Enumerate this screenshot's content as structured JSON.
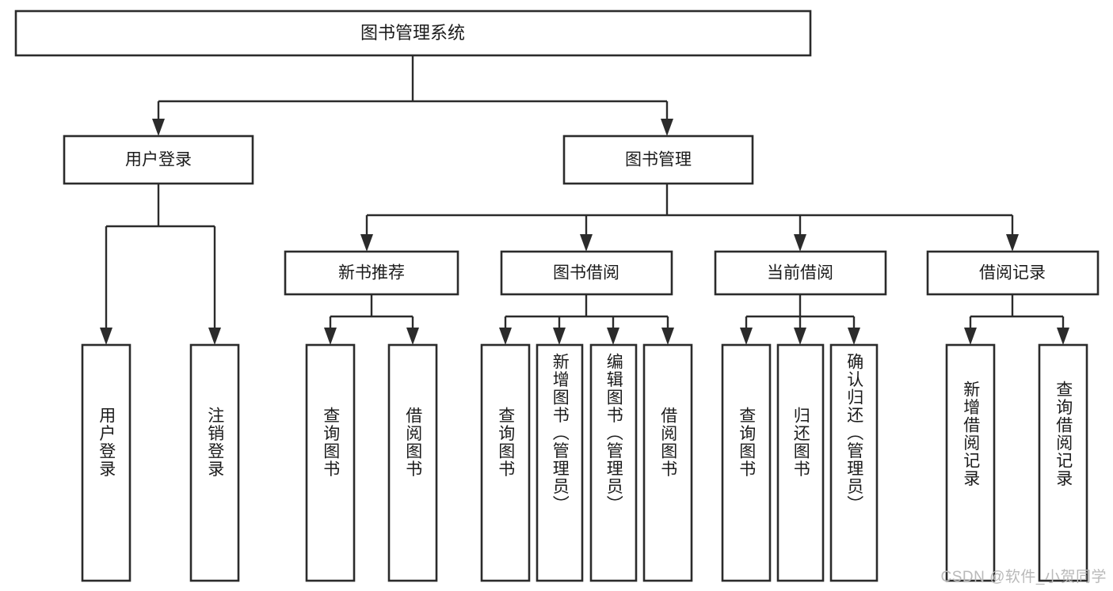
{
  "diagram": {
    "type": "hierarchy-tree",
    "title": "图书管理系统",
    "root": {
      "id": "root",
      "label": "图书管理系统",
      "orientation": "horizontal"
    },
    "level2": [
      {
        "id": "user-login",
        "label": "用户登录",
        "orientation": "horizontal"
      },
      {
        "id": "book-manage",
        "label": "图书管理",
        "orientation": "horizontal"
      }
    ],
    "level3": [
      {
        "id": "new-book-rec",
        "label": "新书推荐",
        "orientation": "horizontal",
        "parent": "book-manage"
      },
      {
        "id": "book-borrow",
        "label": "图书借阅",
        "orientation": "horizontal",
        "parent": "book-manage"
      },
      {
        "id": "current-borrow",
        "label": "当前借阅",
        "orientation": "horizontal",
        "parent": "book-manage"
      },
      {
        "id": "borrow-record",
        "label": "借阅记录",
        "orientation": "horizontal",
        "parent": "book-manage"
      }
    ],
    "leaves": [
      {
        "id": "leaf-user-login",
        "label": "用户登录",
        "orientation": "vertical",
        "parent": "user-login"
      },
      {
        "id": "leaf-user-logout",
        "label": "注销登录",
        "orientation": "vertical",
        "parent": "user-login"
      },
      {
        "id": "leaf-query-book-1",
        "label": "查询图书",
        "orientation": "vertical",
        "parent": "new-book-rec"
      },
      {
        "id": "leaf-borrow-book-1",
        "label": "借阅图书",
        "orientation": "vertical",
        "parent": "new-book-rec"
      },
      {
        "id": "leaf-query-book-2",
        "label": "查询图书",
        "orientation": "vertical",
        "parent": "book-borrow"
      },
      {
        "id": "leaf-add-book",
        "label": "新增图书（管理员）",
        "orientation": "vertical",
        "parent": "book-borrow"
      },
      {
        "id": "leaf-edit-book",
        "label": "编辑图书（管理员）",
        "orientation": "vertical",
        "parent": "book-borrow"
      },
      {
        "id": "leaf-borrow-book-2",
        "label": "借阅图书",
        "orientation": "vertical",
        "parent": "book-borrow"
      },
      {
        "id": "leaf-query-book-3",
        "label": "查询图书",
        "orientation": "vertical",
        "parent": "current-borrow"
      },
      {
        "id": "leaf-return-book",
        "label": "归还图书",
        "orientation": "vertical",
        "parent": "current-borrow"
      },
      {
        "id": "leaf-confirm-return",
        "label": "确认归还（管理员）",
        "orientation": "vertical",
        "parent": "current-borrow"
      },
      {
        "id": "leaf-add-record",
        "label": "新增借阅记录",
        "orientation": "vertical",
        "parent": "borrow-record"
      },
      {
        "id": "leaf-query-record",
        "label": "查询借阅记录",
        "orientation": "vertical",
        "parent": "borrow-record"
      }
    ],
    "colors": {
      "box_stroke": "#2b2b2b",
      "box_fill": "#ffffff",
      "connector": "#2b2b2b",
      "text": "#1b1b1b",
      "background": "#ffffff",
      "watermark": "#b9b9b9"
    }
  },
  "watermark": {
    "text": "CSDN @软件_小贺同学"
  }
}
